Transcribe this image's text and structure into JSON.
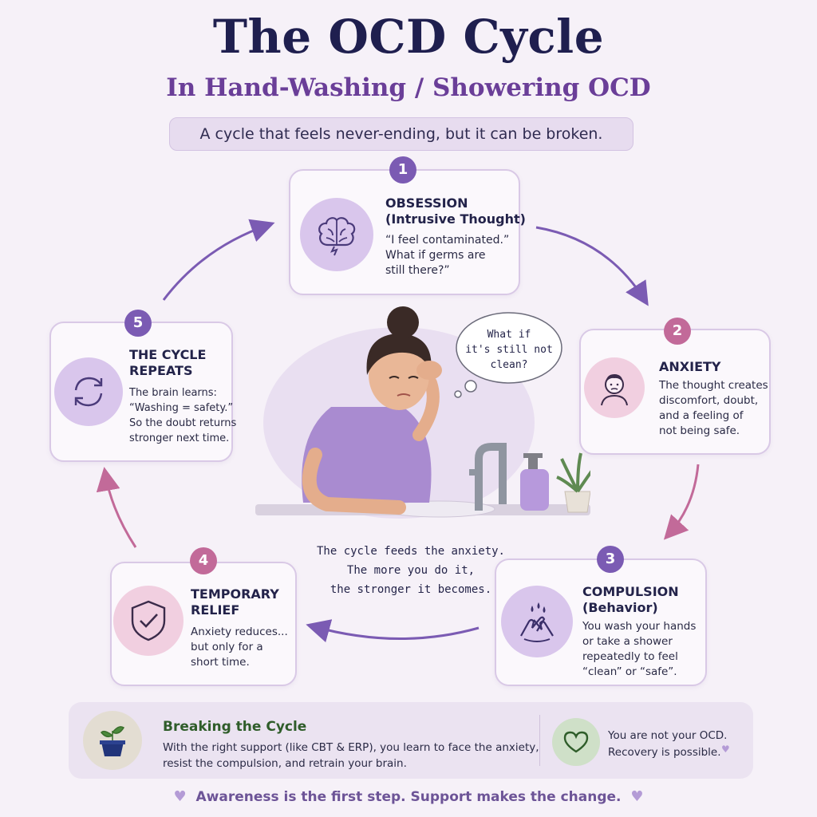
{
  "header": {
    "title": "The OCD Cycle",
    "subtitle": "In Hand-Washing / Showering OCD",
    "tagline": "A cycle that feels never-ending, but it can be broken."
  },
  "steps": [
    {
      "number": "1",
      "title": "OBSESSION\n(Intrusive Thought)",
      "text": "“I feel contaminated.”\nWhat if germs are\nstill there?”",
      "icon": "brain-icon"
    },
    {
      "number": "2",
      "title": "ANXIETY",
      "text": "The thought creates\ndiscomfort, doubt,\nand a feeling of\nnot being safe.",
      "icon": "worried-person-icon"
    },
    {
      "number": "3",
      "title": "COMPULSION\n(Behavior)",
      "text": "You wash your hands\nor take a shower\nrepeatedly to feel\n“clean” or “safe”.",
      "icon": "hand-washing-icon"
    },
    {
      "number": "4",
      "title": "TEMPORARY\nRELIEF",
      "text": "Anxiety reduces...\nbut only for a\nshort time.",
      "icon": "shield-check-icon"
    },
    {
      "number": "5",
      "title": "THE CYCLE\nREPEATS",
      "text": "The brain learns:\n“Washing = safety.”\nSo the doubt returns\nstronger next time.",
      "icon": "cycle-arrows-icon"
    }
  ],
  "thought_bubble": "What if\nit's still not\nclean?",
  "center_caption": "The cycle feeds the anxiety.\nThe more you do it,\nthe stronger it becomes.",
  "breaking": {
    "title": "Breaking the Cycle",
    "text": "With the right support (like CBT & ERP), you learn to face the anxiety,\nresist the compulsion, and retrain your brain.",
    "icon": "plant-pot-icon"
  },
  "encouragement": {
    "text": "You are not your OCD.\nRecovery is possible.",
    "icon": "heart-outline-icon"
  },
  "footer": "Awareness is the first step. Support makes the change.",
  "colors": {
    "title": "#1f1f4f",
    "accent_purple": "#7b5bb3",
    "accent_pink": "#c26a99",
    "background": "#f6f1f8"
  }
}
